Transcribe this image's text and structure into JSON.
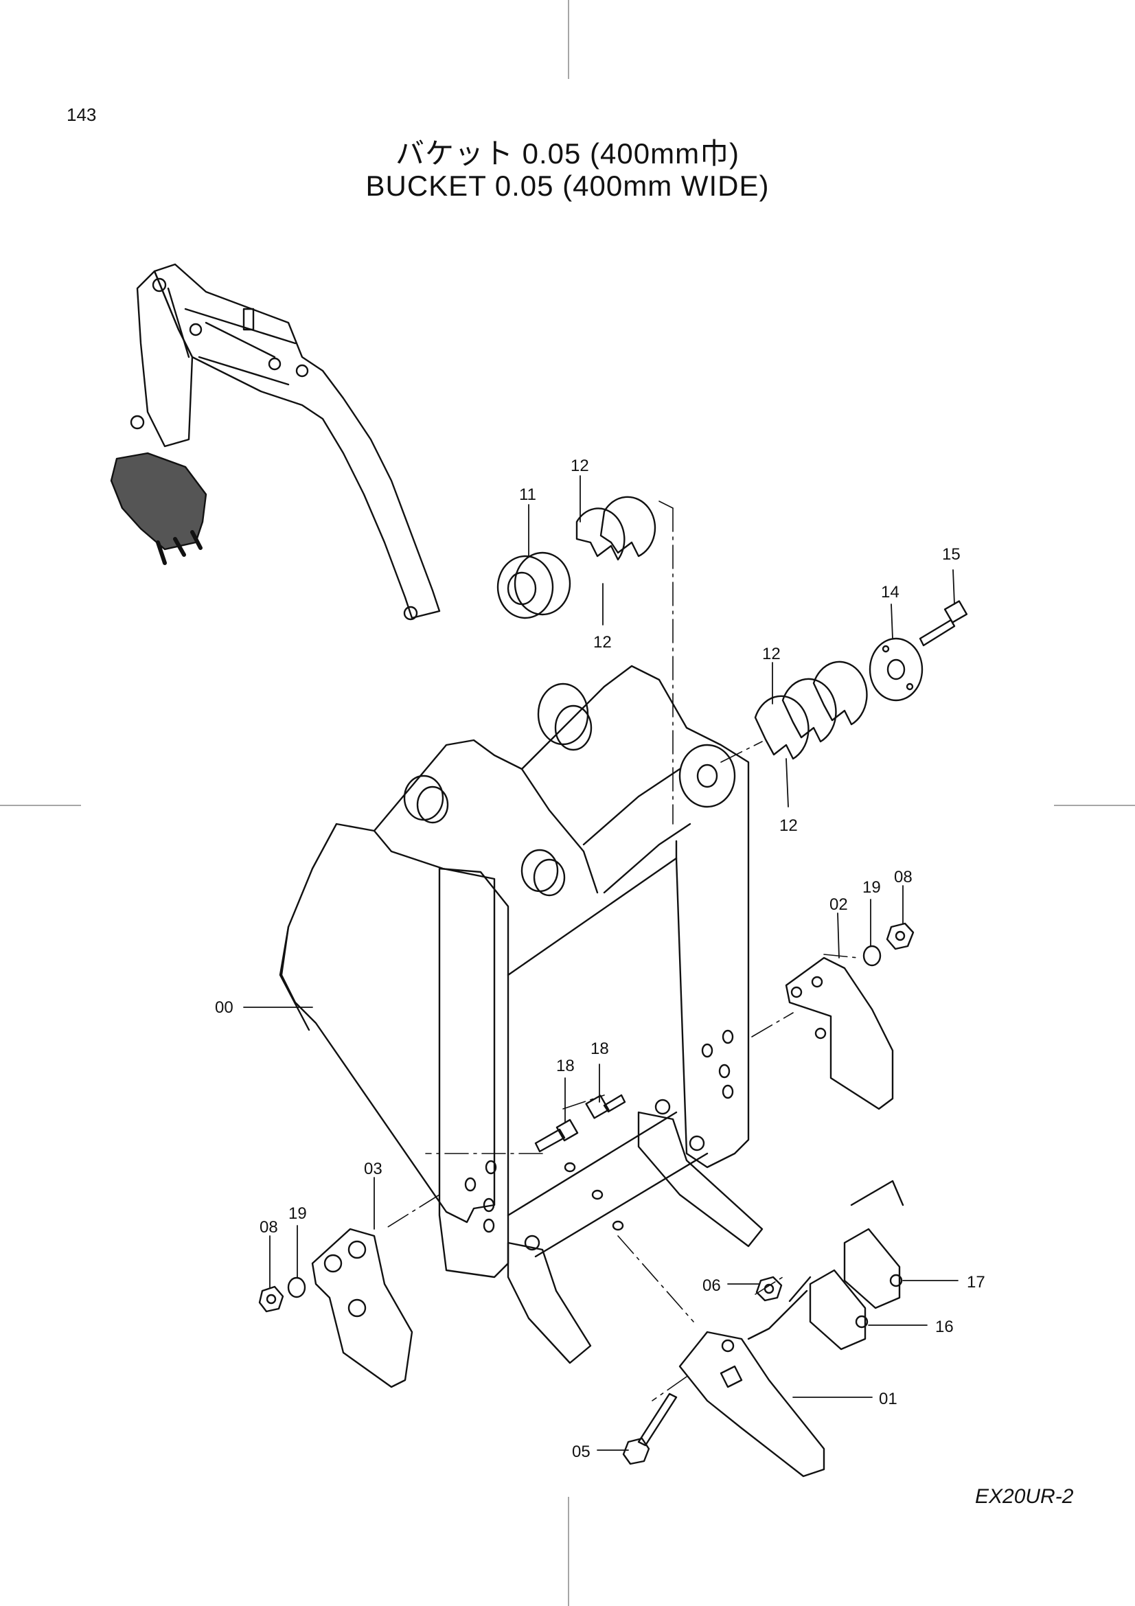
{
  "page": {
    "number": "143",
    "title_jp": "バケット 0.05 (400mm巾)",
    "title_en": "BUCKET 0.05 (400mm WIDE)",
    "model": "EX20UR-2"
  },
  "parts": [
    {
      "key": "p00",
      "label": "00"
    },
    {
      "key": "p01",
      "label": "01"
    },
    {
      "key": "p02",
      "label": "02"
    },
    {
      "key": "p03",
      "label": "03"
    },
    {
      "key": "p05",
      "label": "05"
    },
    {
      "key": "p06",
      "label": "06"
    },
    {
      "key": "p08a",
      "label": "08"
    },
    {
      "key": "p08b",
      "label": "08"
    },
    {
      "key": "p11",
      "label": "11"
    },
    {
      "key": "p12a",
      "label": "12"
    },
    {
      "key": "p12b",
      "label": "12"
    },
    {
      "key": "p12c",
      "label": "12"
    },
    {
      "key": "p12d",
      "label": "12"
    },
    {
      "key": "p14",
      "label": "14"
    },
    {
      "key": "p15",
      "label": "15"
    },
    {
      "key": "p16",
      "label": "16"
    },
    {
      "key": "p17",
      "label": "17"
    },
    {
      "key": "p18a",
      "label": "18"
    },
    {
      "key": "p18b",
      "label": "18"
    },
    {
      "key": "p19a",
      "label": "19"
    },
    {
      "key": "p19b",
      "label": "19"
    }
  ]
}
